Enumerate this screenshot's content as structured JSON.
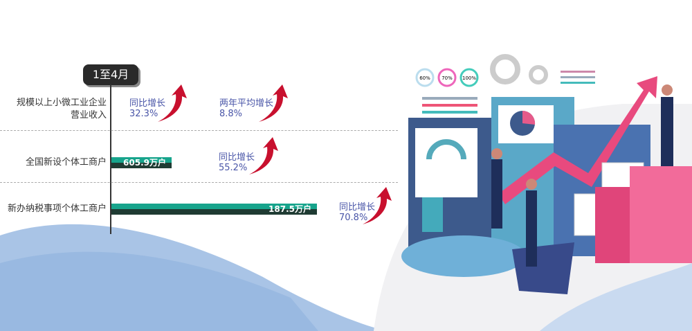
{
  "period": "1至4月",
  "rows": [
    {
      "label_lines": [
        "规模以上小微工业企业",
        "营业收入"
      ],
      "growth": [
        {
          "label": "同比增长",
          "value": "32.3%"
        },
        {
          "label": "两年平均增长",
          "value": "8.8%"
        }
      ]
    },
    {
      "label": "全国新设个体工商户",
      "bar_value": "605.9万户",
      "growth": [
        {
          "label": "同比增长",
          "value": "55.2%"
        }
      ]
    },
    {
      "label": "新办纳税事项个体工商户",
      "bar_value": "187.5万户",
      "growth": [
        {
          "label": "同比增长",
          "value": "70.8%"
        }
      ]
    }
  ],
  "illustration": {
    "gauges": [
      "60%",
      "70%",
      "100%"
    ]
  },
  "colors": {
    "bar_top": "#17a48c",
    "bar_bottom": "#1f3b33",
    "growth_text": "#4a56a8",
    "arrow": "#c8102e"
  }
}
